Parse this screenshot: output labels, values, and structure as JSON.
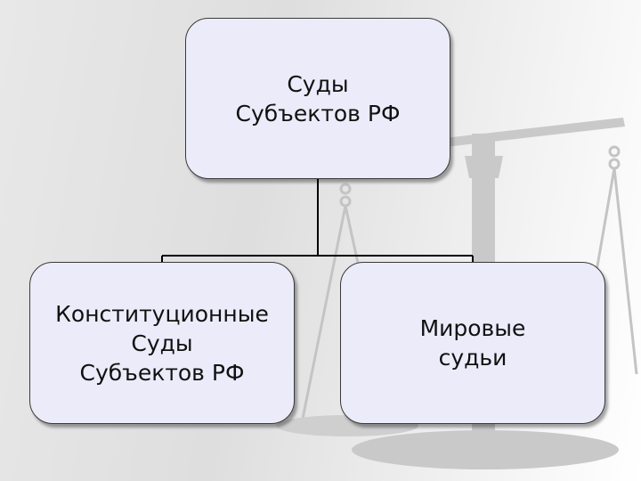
{
  "diagram": {
    "top_node": {
      "label": "Суды\nСубъектов РФ"
    },
    "children": [
      {
        "label": "Конституционные\nСуды\nСубъектов РФ"
      },
      {
        "label": "Мировые\nсудьи"
      }
    ]
  },
  "colors": {
    "node_fill": "#ecebfa",
    "node_border": "#3a3a3a",
    "connector": "#000000",
    "background": "#e4e4e4"
  }
}
